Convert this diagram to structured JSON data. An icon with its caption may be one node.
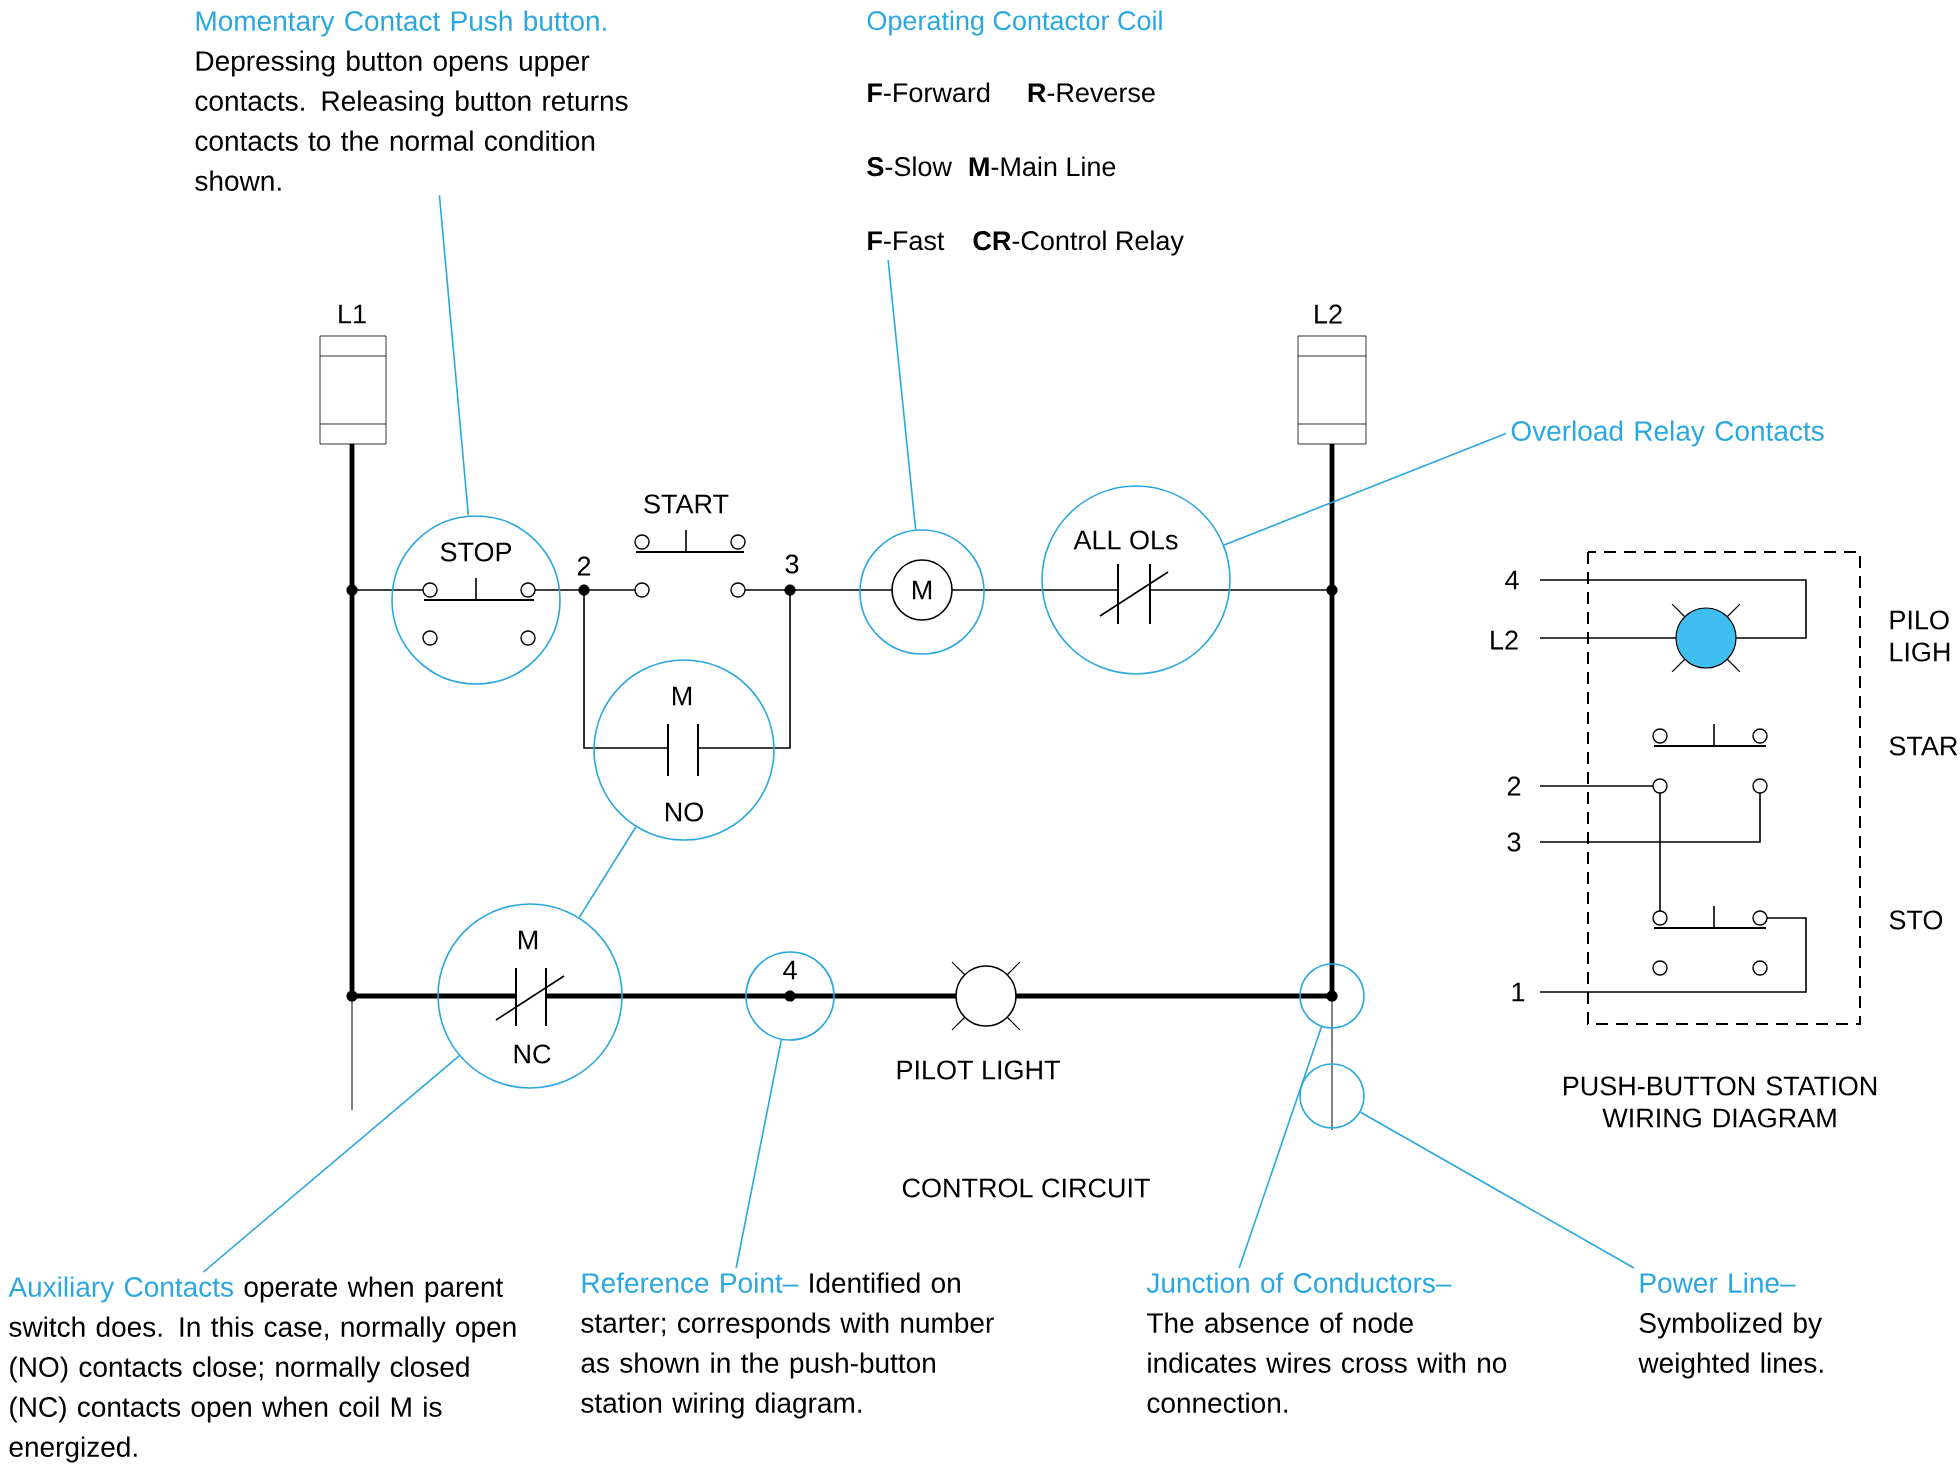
{
  "diagram": {
    "nodes": [
      {
        "text": [
          "Momentary Contact Push button.",
          "Depressing button opens upper contacts. Releasing button returns contacts to the normal condition shown."
        ]
      },
      {
        "text": [
          "Operating Contactor Coil",
          "**F**-Forward",
          "**R**-Reverse",
          "**S**-Slow",
          "**M**-Main Line",
          "**F**-Fast",
          "**CR**-Control Relay"
        ]
      },
      {
        "text": [
          "Overload Relay Contacts"
        ]
      },
      {
        "text": [
          "Auxiliary Contacts",
          "operate when parent switch does. In this case, normally open (NO) contacts close; normally closed (NC) contacts open when coil M is energized."
        ]
      },
      {
        "text": [
          "Reference Point–",
          "Identified on starter; corresponds with number as shown in the push-button station wiring diagram."
        ]
      },
      {
        "text": [
          "Junction of Conductors–",
          "The absence of node indicates wires cross with no connection."
        ]
      },
      {
        "text": [
          "Power Line–",
          "Symbolized by weighted lines."
        ]
      },
      {
        "text": [
          "STOP"
        ]
      },
      {
        "text": [
          "M"
        ]
      },
      {
        "text": [
          "ALL OLs"
        ]
      },
      {
        "text": [
          "M",
          "NO"
        ]
      },
      {
        "text": [
          "M",
          "NC"
        ]
      },
      {
        "text": [
          "4"
        ]
      },
      {
        "text": [],
        "shape": "circle"
      },
      {
        "text": [],
        "shape": "circle"
      }
    ],
    "edges": [
      {
        "from": 0,
        "to": 7,
        "arrow": "none"
      },
      {
        "from": 1,
        "to": 8,
        "arrow": "none"
      },
      {
        "from": 2,
        "to": 9,
        "arrow": "none"
      },
      {
        "from": 3,
        "to": 11,
        "arrow": "none"
      },
      {
        "from": 11,
        "to": 10,
        "arrow": "none"
      },
      {
        "from": 4,
        "to": 12,
        "arrow": "none"
      },
      {
        "from": 5,
        "to": 13,
        "arrow": "none"
      },
      {
        "from": 6,
        "to": 14,
        "arrow": "none"
      }
    ],
    "labels": [
      "L1",
      "L2",
      "START",
      "2",
      "3",
      "PILOT LIGHT",
      "CONTROL CIRCUIT",
      "4",
      "L2",
      "PILO LIGH",
      "STAR",
      "2",
      "3",
      "STO",
      "1",
      "PUSH-BUTTON STATION WIRING DIAGRAM"
    ]
  }
}
